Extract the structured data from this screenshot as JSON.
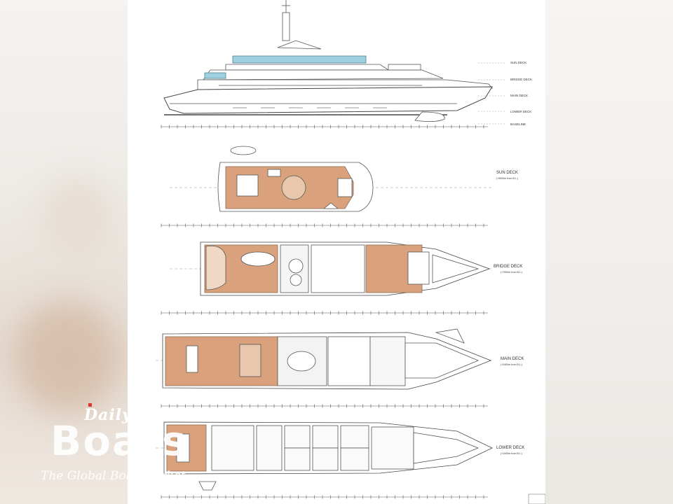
{
  "deck_labels": {
    "profile": [
      "SUN DECK",
      "BRIDGE DECK",
      "MAIN DECK",
      "LOWER DECK",
      "BASELINE"
    ],
    "sun_deck": {
      "name": "SUN DECK",
      "height": "(+9000m from B.L.)"
    },
    "bridge_deck": {
      "name": "BRIDGE DECK",
      "height": "(+7000m from B.L.)"
    },
    "main_deck": {
      "name": "MAIN DECK",
      "height": "(+3400m from B.L.)"
    },
    "lower_deck": {
      "name": "LOWER DECK",
      "height": "(+1000m from B.L.)"
    }
  },
  "watermark": {
    "daily": "Daily",
    "boats": "Boats",
    "tagline": "The Global Boat Market"
  },
  "colors": {
    "teak": "#d9a27c",
    "line": "#6b6b6b",
    "glass": "#9fd0df"
  }
}
